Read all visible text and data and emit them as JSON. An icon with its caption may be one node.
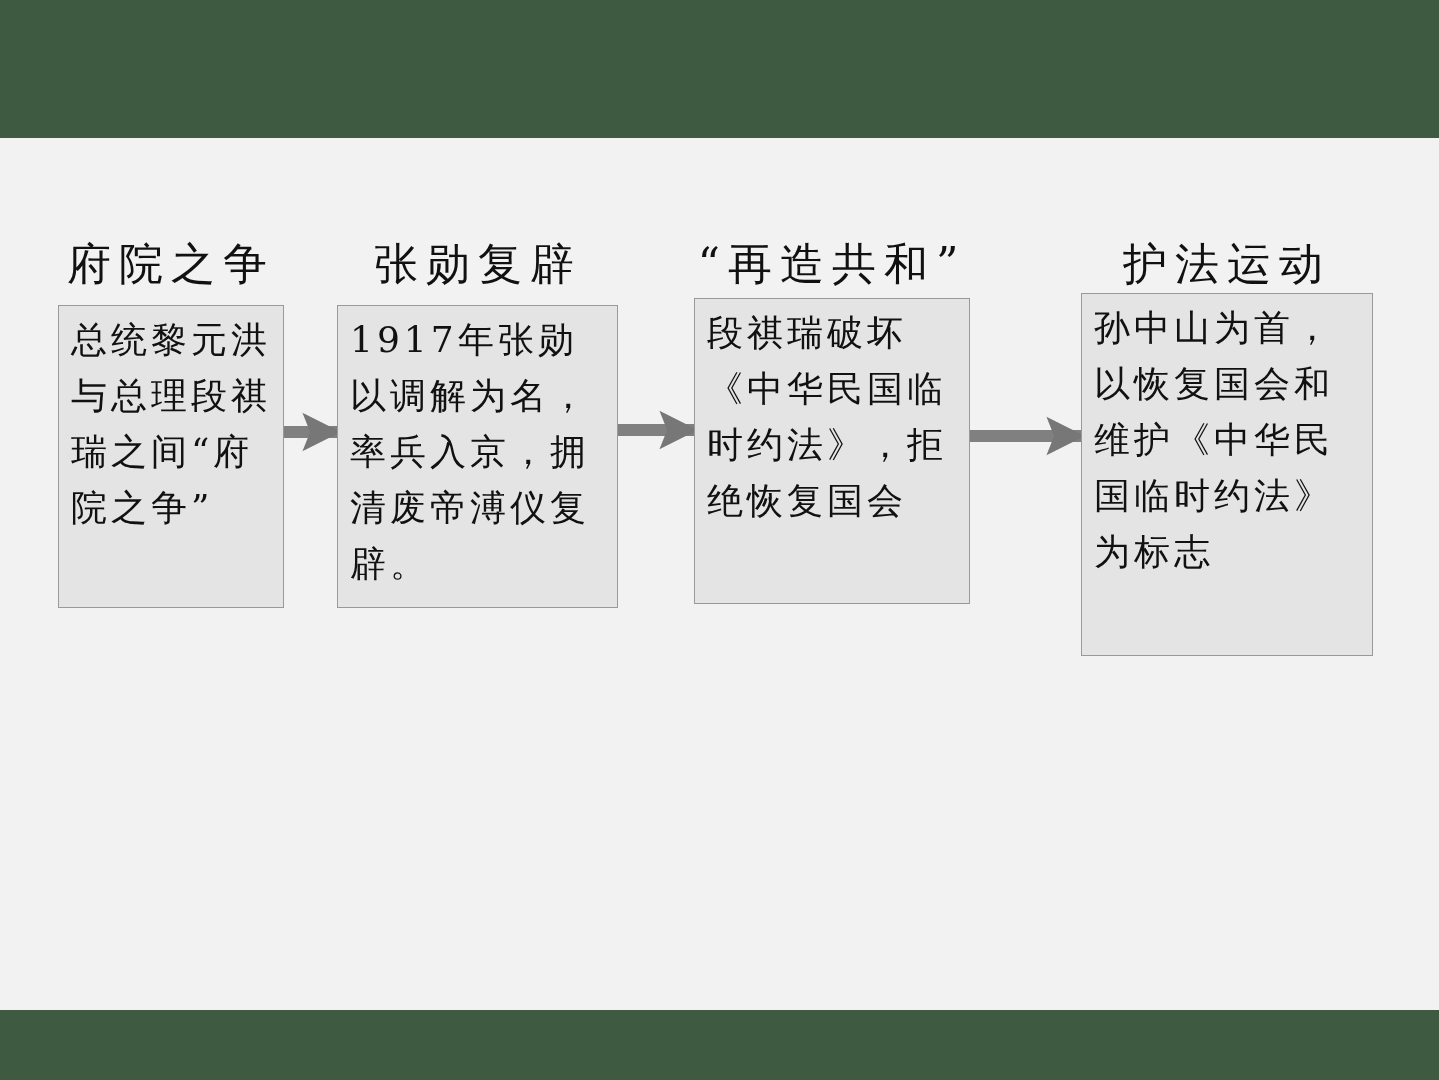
{
  "diagram": {
    "nodes": [
      {
        "text": [
          "府院之争",
          "总统黎元洪与总理段祺瑞之间“府院之争”"
        ]
      },
      {
        "text": [
          "张勋复辟",
          "1917年张勋以调解为名，率兵入京，拥清废帝溥仪复辟。"
        ]
      },
      {
        "text": [
          "“再造共和”",
          "段祺瑞破坏《中华民国临时约法》，拒绝恢复国会"
        ]
      },
      {
        "text": [
          "护法运动",
          "孙中山为首，以恢复国会和维护《中华民国临时约法》为标志"
        ]
      }
    ],
    "edges": [
      {
        "from": 0,
        "to": 1,
        "arrow": "to"
      },
      {
        "from": 1,
        "to": 2,
        "arrow": "to"
      },
      {
        "from": 2,
        "to": 3,
        "arrow": "to"
      }
    ]
  }
}
